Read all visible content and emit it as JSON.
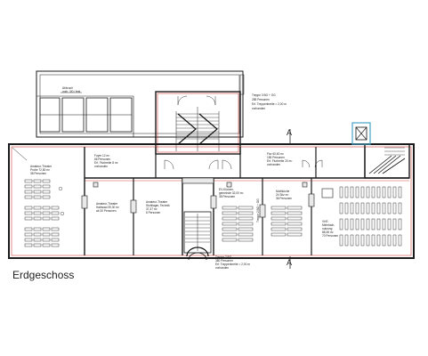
{
  "drawing": {
    "title": "Erdgeschoss",
    "section_marker": "A"
  },
  "labels": {
    "top_annotation": [
      "Abbruch",
      "vorh. 3/0 / fest"
    ],
    "stair_info": [
      "Treppe 3 BG + OG",
      "285 Personen",
      "Erf. Treppenbreite = 2,00 m",
      "vorhanden"
    ],
    "room_left_theater": [
      "Amateur-Theater",
      "Probe 72,80 m²",
      "38 Personen"
    ],
    "room_top_left": [
      "Foyer 12 m²",
      "66 Personen",
      "Erf. Flurbreite 8 m²",
      "vorhanden"
    ],
    "room_mid1": [
      "Amateur-Theater",
      "Halbsaal 39,30 m²",
      "ab 30 Personen"
    ],
    "room_mid2": [
      "Amateur-Theater",
      "Stuhllager, Technik",
      "37,37 m²",
      "6 Personen"
    ],
    "room_kitchen": [
      "EV-Küchen-",
      "gemeinde 32,00 m²",
      "38 Personen"
    ],
    "room_multi": [
      "Multiküche",
      "24 Sitz m²",
      "36 Personen"
    ],
    "room_right_flur": [
      "Flur 60,60 m²",
      "155 Personen",
      "Erf. Flurbreite 20 m²",
      "vorhanden"
    ],
    "room_hall": [
      "VHS",
      "Mehrfach-",
      "nutzung",
      "88,38 m²",
      "70 Personen"
    ],
    "stair_bottom": [
      "Treppe 2 BG",
      "380 Personen",
      "Erf. Treppenbreite = 2,00 m",
      "vorhanden"
    ],
    "stair_vertical": "Treppe 2 BG + OG"
  }
}
